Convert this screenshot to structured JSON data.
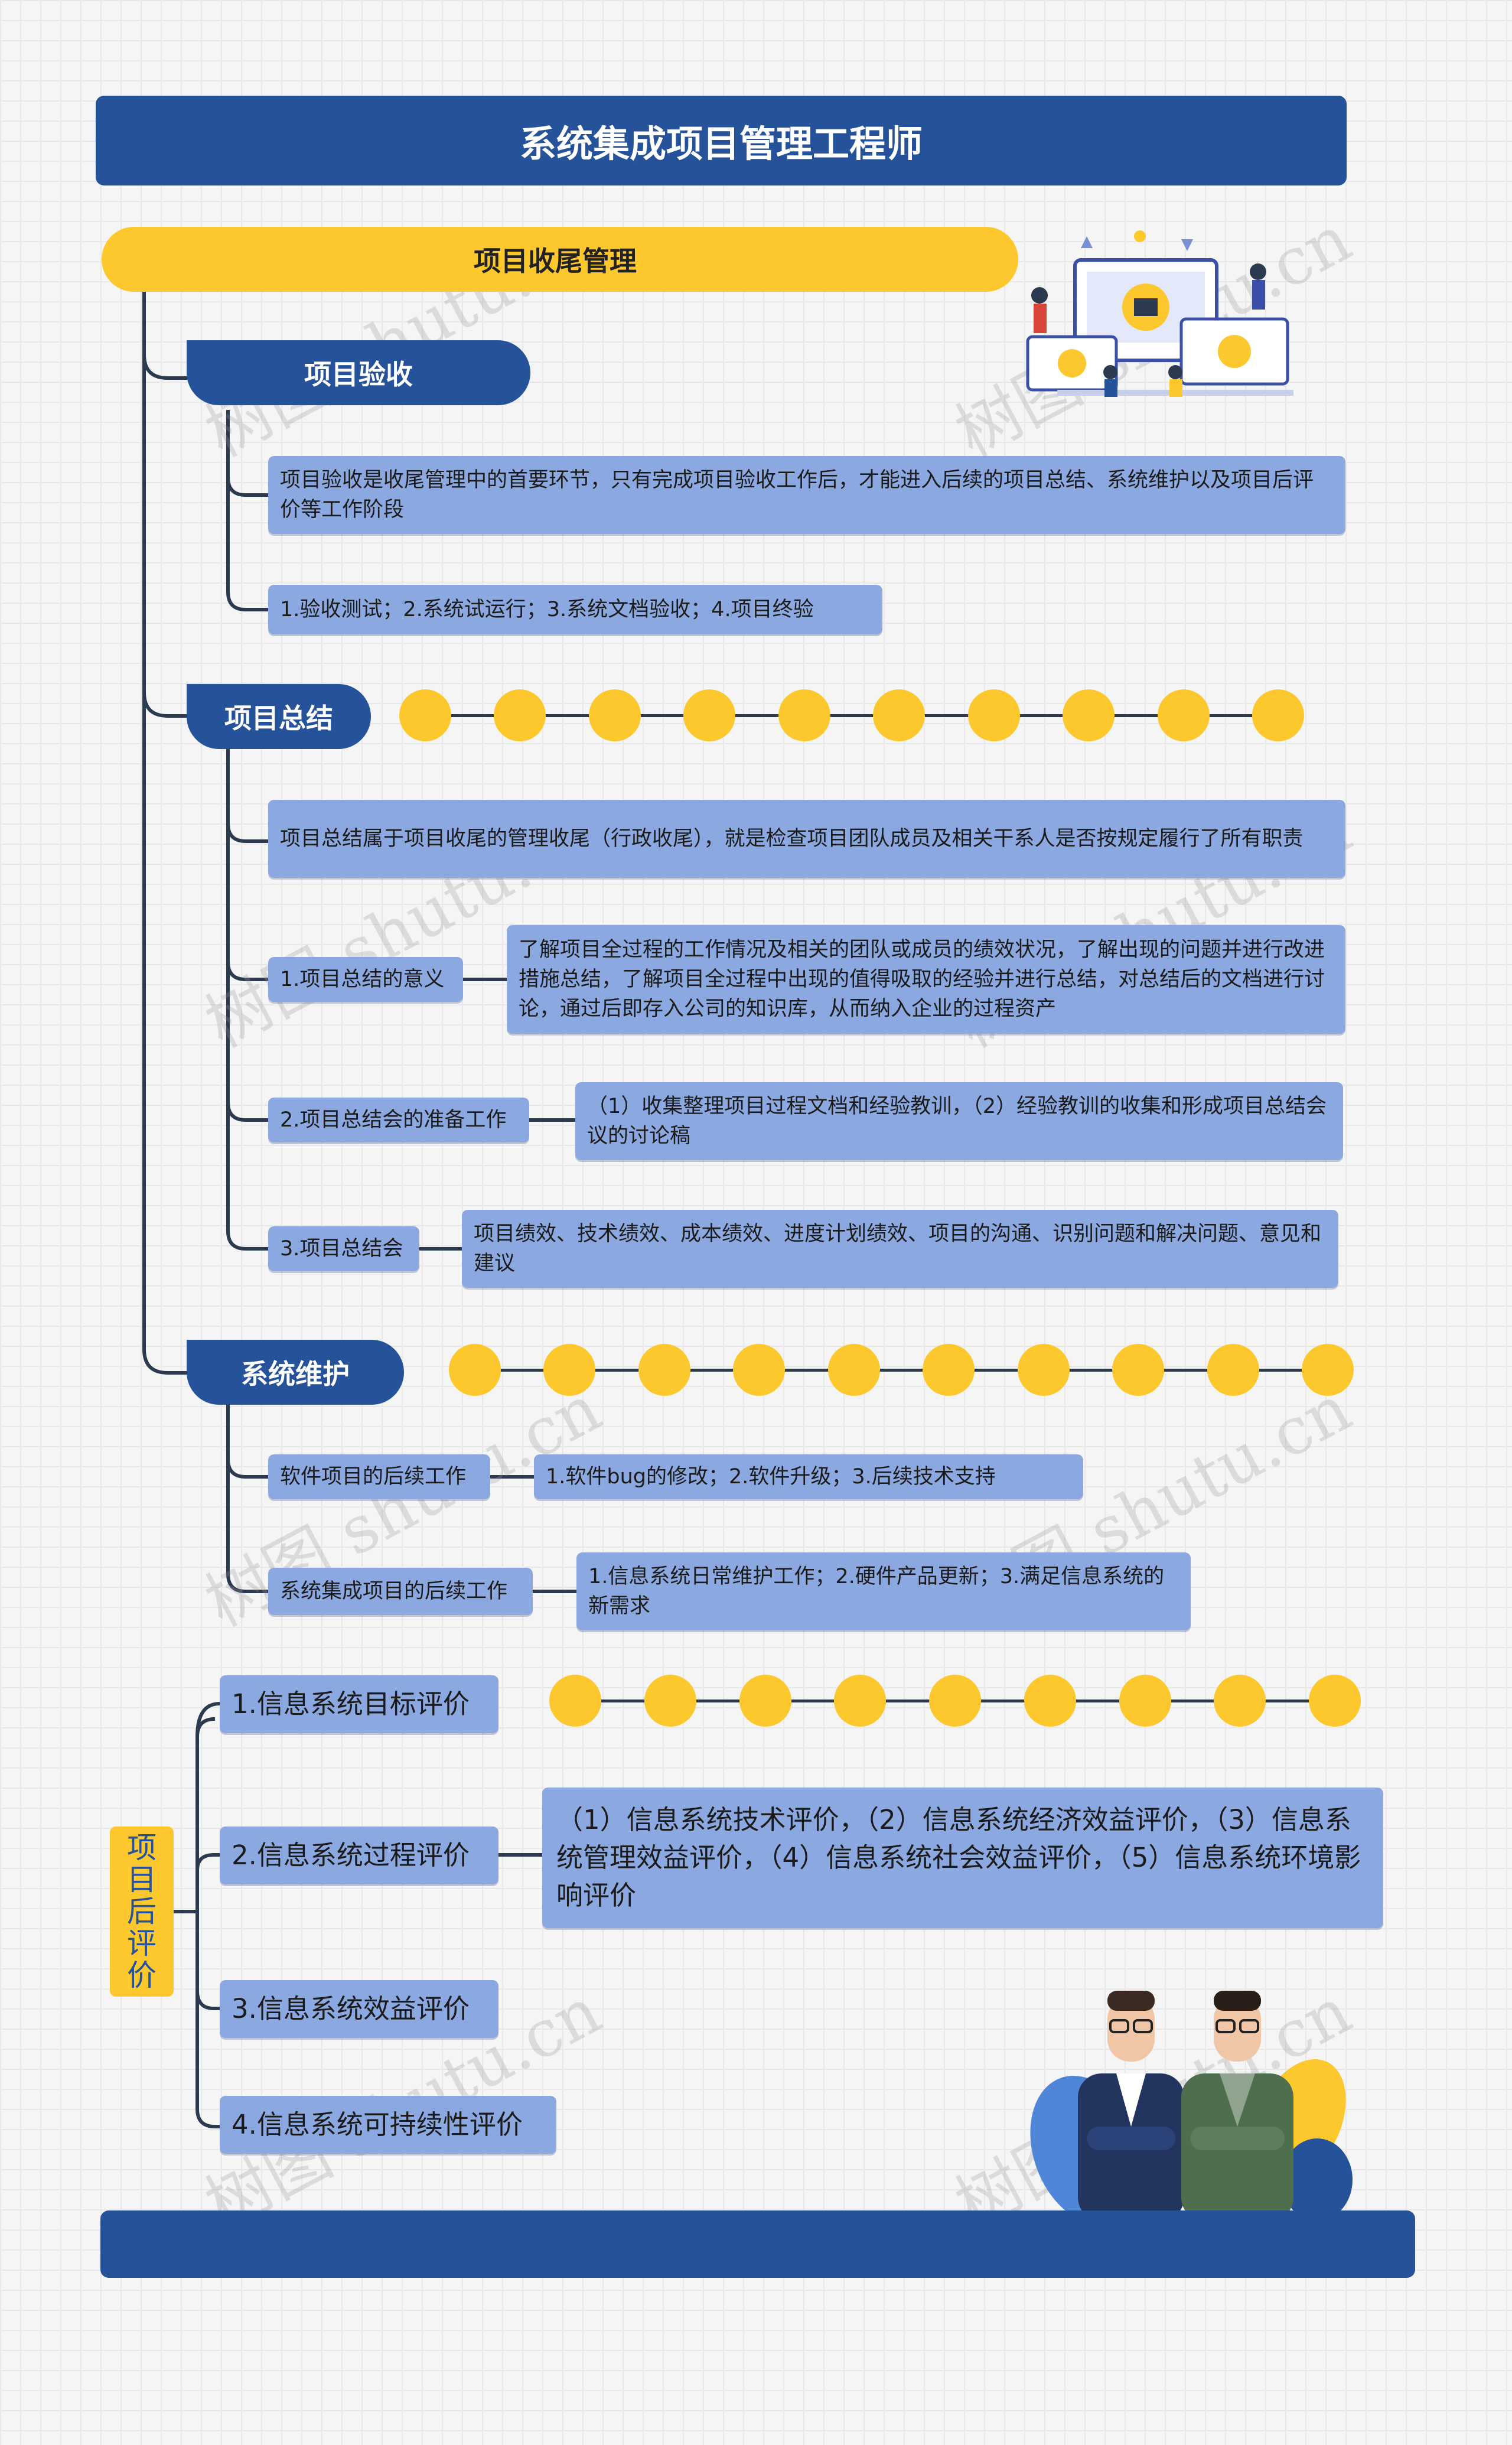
{
  "title": "系统集成项目管理工程师",
  "root": "项目收尾管理",
  "acceptance": {
    "label": "项目验收",
    "desc": "项目验收是收尾管理中的首要环节，只有完成项目验收工作后，才能进入后续的项目总结、系统维护以及项目后评价等工作阶段",
    "steps": "1.验收测试；2.系统试运行；3.系统文档验收；4.项目终验"
  },
  "summary": {
    "label": "项目总结",
    "desc": "项目总结属于项目收尾的管理收尾（行政收尾），就是检查项目团队成员及相关干系人是否按规定履行了所有职责",
    "items": [
      {
        "label": "1.项目总结的意义",
        "detail": "了解项目全过程的工作情况及相关的团队或成员的绩效状况，了解出现的问题并进行改进措施总结，了解项目全过程中出现的值得吸取的经验并进行总结，对总结后的文档进行讨论，通过后即存入公司的知识库，从而纳入企业的过程资产"
      },
      {
        "label": "2.项目总结会的准备工作",
        "detail": "（1）收集整理项目过程文档和经验教训，（2）经验教训的收集和形成项目总结会议的讨论稿"
      },
      {
        "label": "3.项目总结会",
        "detail": "项目绩效、技术绩效、成本绩效、进度计划绩效、项目的沟通、识别问题和解决问题、意见和建议"
      }
    ]
  },
  "maintenance": {
    "label": "系统维护",
    "items": [
      {
        "label": "软件项目的后续工作",
        "detail": "1.软件bug的修改；2.软件升级；3.后续技术支持"
      },
      {
        "label": "系统集成项目的后续工作",
        "detail": "1.信息系统日常维护工作；2.硬件产品更新；3.满足信息系统的新需求"
      }
    ]
  },
  "evaluation": {
    "label": "项目后评价",
    "items": [
      {
        "label": "1.信息系统目标评价"
      },
      {
        "label": "2.信息系统过程评价",
        "detail": "（1）信息系统技术评价，（2）信息系统经济效益评价，（3）信息系统管理效益评价，（4）信息系统社会效益评价，（5）信息系统环境影响评价"
      },
      {
        "label": "3.信息系统效益评价"
      },
      {
        "label": "4.信息系统可持续性评价"
      }
    ]
  },
  "watermark": "树图 shutu.cn",
  "colors": {
    "navy": "#26529a",
    "yellow": "#fcc82d",
    "leaf": "#8ba8e1",
    "line": "#2c3a4f"
  }
}
